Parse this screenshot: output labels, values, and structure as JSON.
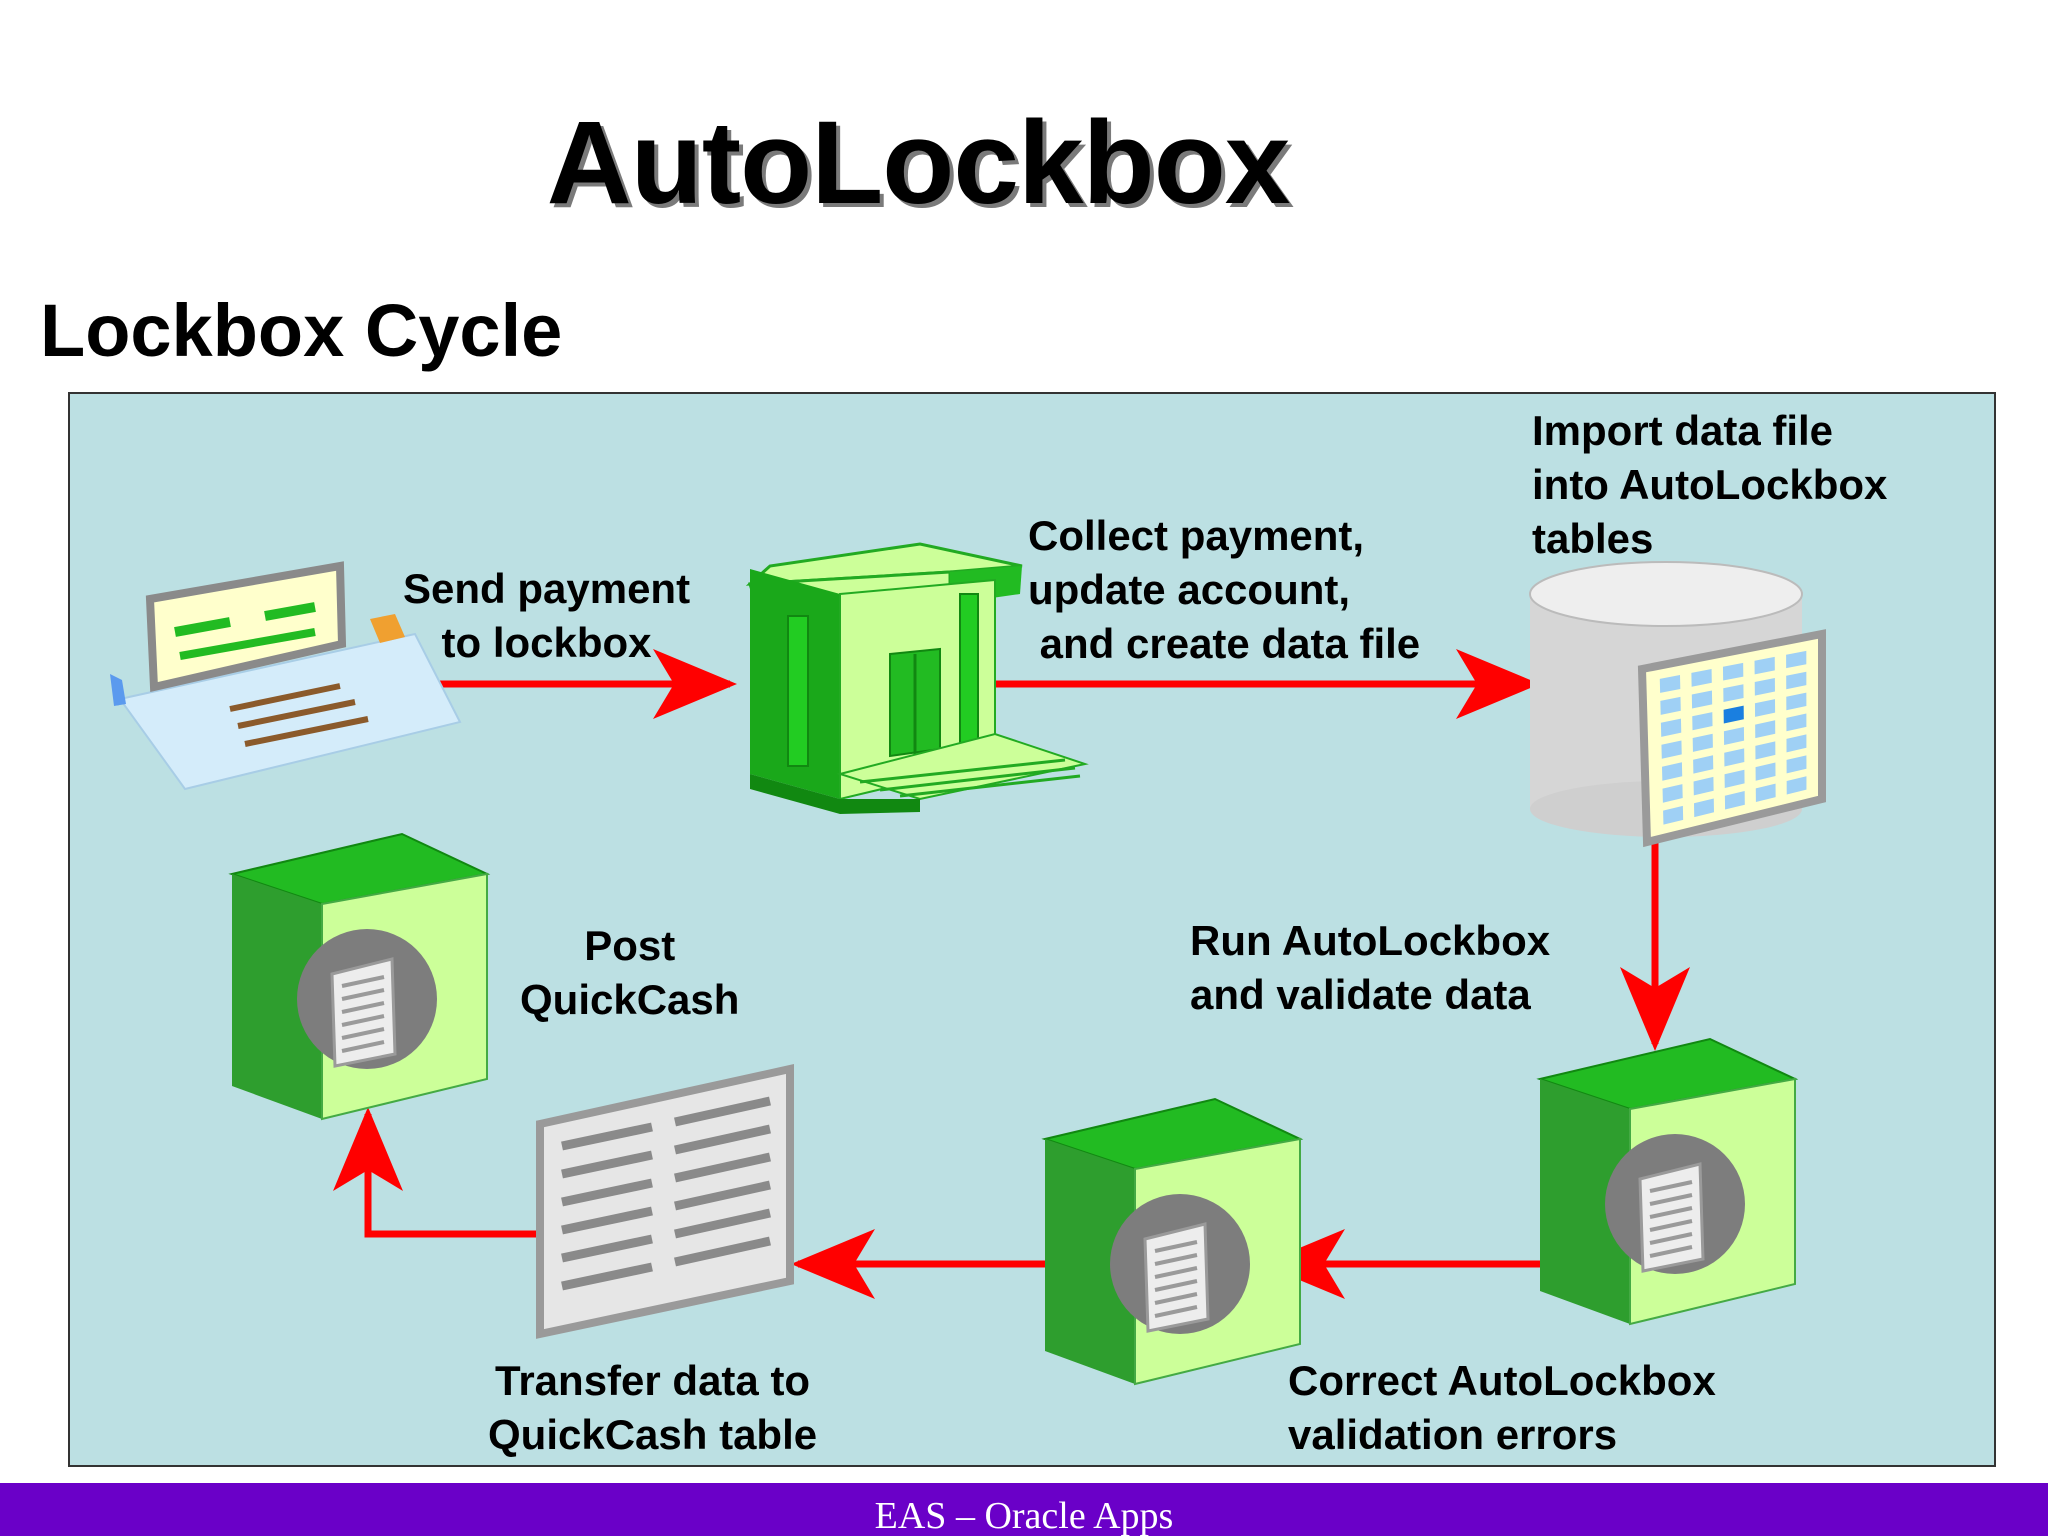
{
  "slide": {
    "title": "AutoLockbox",
    "subtitle": "Lockbox Cycle",
    "footer": "EAS – Oracle Apps"
  },
  "diagram": {
    "steps": [
      {
        "id": "send",
        "label": "Send payment\nto lockbox"
      },
      {
        "id": "collect",
        "label": "Collect payment,\nupdate account,\n and create data file"
      },
      {
        "id": "import",
        "label": "Import data file\ninto AutoLockbox\ntables"
      },
      {
        "id": "run",
        "label": "Run AutoLockbox\nand validate data"
      },
      {
        "id": "correct",
        "label": "Correct AutoLockbox\nvalidation errors"
      },
      {
        "id": "transfer",
        "label": "Transfer data to\nQuickCash table"
      },
      {
        "id": "post",
        "label": "Post\nQuickCash"
      }
    ],
    "icons": [
      "check-envelope-icon",
      "bank-icon",
      "database-table-icon",
      "server-icon",
      "server-icon",
      "document-table-icon",
      "server-icon"
    ],
    "colors": {
      "arrow": "#ff0000",
      "panel": "#bce0e3",
      "green": "#22bb22",
      "light_green": "#ccff99",
      "footer": "#6a00c8"
    }
  }
}
